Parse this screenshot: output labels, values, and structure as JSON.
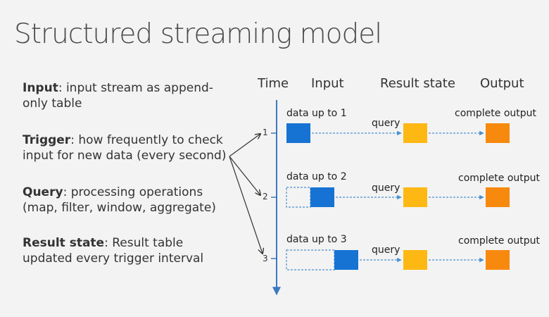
{
  "title": "Structured streaming model",
  "bullets": [
    {
      "term": "Input",
      "text": ": input stream as append-only table"
    },
    {
      "term": "Trigger",
      "text": ": how frequently to check input for new data (every second)"
    },
    {
      "term": "Query",
      "text": ": processing operations (map, filter, window, aggregate)"
    },
    {
      "term": "Result state",
      "text": ": Result table updated every trigger interval"
    }
  ],
  "columns": {
    "time": "Time",
    "input": "Input",
    "result_state": "Result state",
    "output": "Output"
  },
  "rows": [
    {
      "tick": "1",
      "data_label": "data up to 1",
      "query_label": "query",
      "output_label": "complete output"
    },
    {
      "tick": "2",
      "data_label": "data up to 2",
      "query_label": "query",
      "output_label": "complete output"
    },
    {
      "tick": "3",
      "data_label": "data up to 3",
      "query_label": "query",
      "output_label": "complete output"
    }
  ],
  "colors": {
    "input_block": "#1673d4",
    "result_block": "#fdb813",
    "output_block": "#f7890f",
    "axis": "#3b78c2",
    "arrow": "#4a90d0"
  }
}
